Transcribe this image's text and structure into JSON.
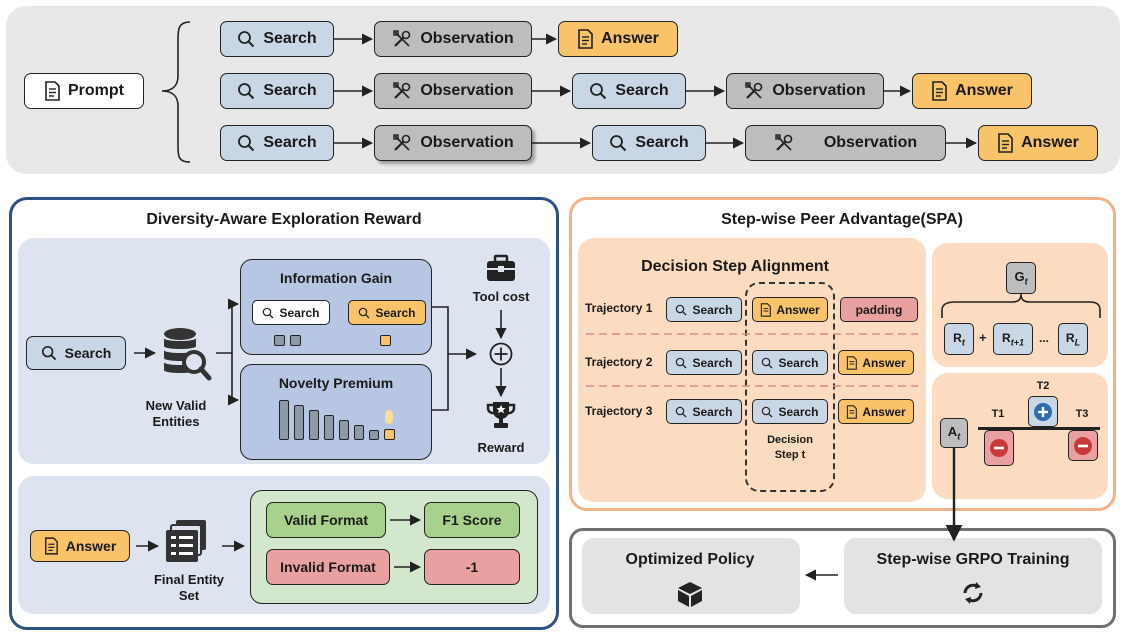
{
  "top": {
    "prompt": "Prompt",
    "search": "Search",
    "observation": "Observation",
    "answer": "Answer"
  },
  "left_panel": {
    "title": "Diversity-Aware Exploration Reward",
    "search": "Search",
    "new_valid_entities": "New Valid\nEntities",
    "information_gain": "Information Gain",
    "novelty_premium": "Novelty Premium",
    "tool_cost": "Tool cost",
    "reward": "Reward",
    "answer": "Answer",
    "final_entity_set": "Final Entity\nSet",
    "valid_format": "Valid Format",
    "f1_score": "F1 Score",
    "invalid_format": "Invalid Format",
    "neg_one": "-1"
  },
  "right_panel": {
    "title": "Step-wise Peer Advantage(SPA)",
    "decision_alignment": "Decision Step Alignment",
    "traj1": "Trajectory 1",
    "traj2": "Trajectory 2",
    "traj3": "Trajectory 3",
    "search": "Search",
    "answer": "Answer",
    "padding": "padding",
    "decision_step": "Decision\nStep t",
    "t1": "T1",
    "t2": "T2",
    "t3": "T3",
    "plus": "+",
    "ellipsis": "..."
  },
  "bottom_panel": {
    "optimized_policy": "Optimized Policy",
    "grpo_training": "Step-wise GRPO Training"
  },
  "colors": {
    "blue_node": "#c9d6e5",
    "gray_node": "#bdbdbd",
    "answer_orange": "#f9c36a",
    "left_border": "#2e5182",
    "right_border": "#f1b389"
  }
}
